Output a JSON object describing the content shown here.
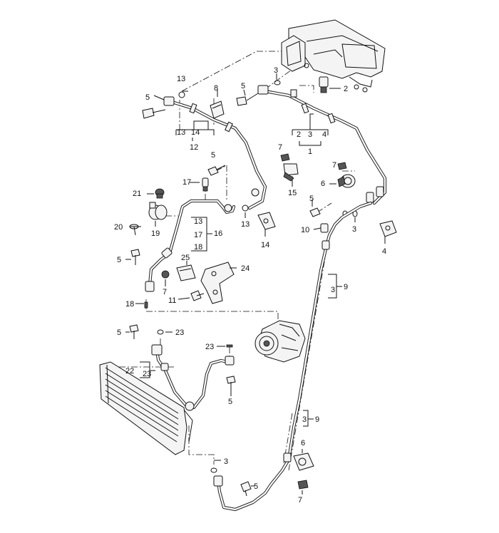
{
  "callouts": {
    "n1": "1",
    "n2": "2",
    "n3a": "3",
    "n3b": "3",
    "n3c": "3",
    "n3d": "3",
    "n3e": "3",
    "n3f": "3",
    "n4a": "4",
    "n4b": "4",
    "n5a": "5",
    "n5b": "5",
    "n5c": "5",
    "n5d": "5",
    "n5e": "5",
    "n5f": "5",
    "n5g": "5",
    "n5h": "5",
    "n6a": "6",
    "n6b": "6",
    "n7a": "7",
    "n7b": "7",
    "n7c": "7",
    "n7d": "7",
    "n8": "8",
    "n9a": "9",
    "n9b": "9",
    "n10": "10",
    "n11": "11",
    "n12": "12",
    "n13a": "13",
    "n13b": "13",
    "n13c": "13",
    "n13d": "13",
    "n14a": "14",
    "n14b": "14",
    "n15": "15",
    "n16": "16",
    "n17a": "17",
    "n17b": "17",
    "n18a": "18",
    "n18b": "18",
    "n19": "19",
    "n20": "20",
    "n21": "21",
    "n22": "22",
    "n23a": "23",
    "n23b": "23",
    "n23c": "23",
    "n24": "24",
    "n25": "25"
  }
}
